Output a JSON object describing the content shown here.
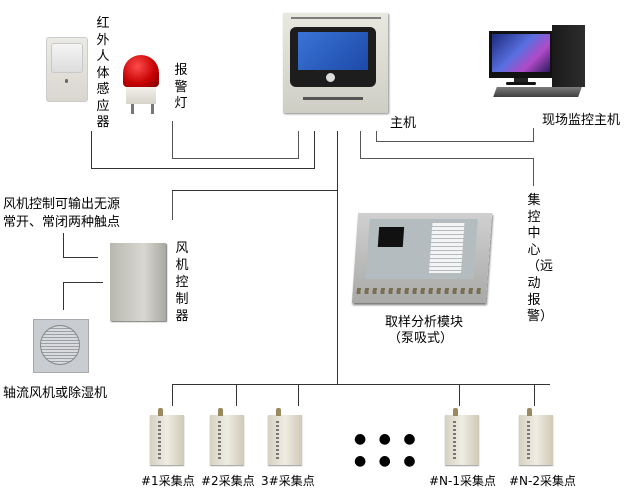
{
  "title": "系统拓扑图",
  "devices": {
    "pir_sensor": {
      "label": "红外人体感应器",
      "icon": "pir-sensor-icon"
    },
    "alarm_light": {
      "label": "报警灯",
      "icon": "alarm-light-icon"
    },
    "main_host": {
      "label": "主机",
      "icon": "main-host-icon"
    },
    "monitor_pc": {
      "label": "现场监控主机",
      "icon": "desktop-computer-icon"
    },
    "fan_controller": {
      "label": "风机控制器",
      "icon": "fan-controller-icon"
    },
    "fan_output_note": {
      "line1": "风机控制可输出无源",
      "line2": "常开、常闭两种触点"
    },
    "fan": {
      "label": "轴流风机或除湿机",
      "icon": "fan-icon"
    },
    "sampler": {
      "label_line1": "取样分析模块",
      "label_line2": "（泵吸式）",
      "icon": "sampling-module-icon"
    },
    "remote_center": {
      "label": "集控中心（远动报警）"
    }
  },
  "collection_points": [
    {
      "label": "#1采集点"
    },
    {
      "label": "#2采集点"
    },
    {
      "label": "3#采集点"
    },
    {
      "label": "#N-1采集点"
    },
    {
      "label": "#N-2采集点"
    }
  ],
  "ellipsis": "● ● ●\n● ● ●"
}
